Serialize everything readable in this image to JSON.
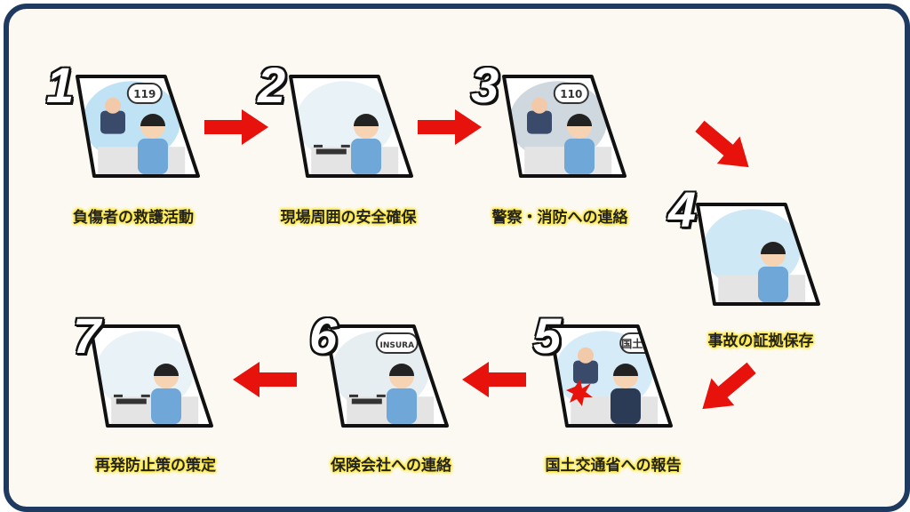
{
  "steps": [
    {
      "number": "1",
      "label": "負傷者の救護活動",
      "bubble": "119"
    },
    {
      "number": "2",
      "label": "現場周囲の安全確保",
      "bubble": ""
    },
    {
      "number": "3",
      "label": "警察・消防への連絡",
      "bubble": "110"
    },
    {
      "number": "4",
      "label": "事故の証拠保存",
      "bubble": ""
    },
    {
      "number": "5",
      "label": "国土交通省への報告",
      "bubble": "国土交"
    },
    {
      "number": "6",
      "label": "保険会社への連絡",
      "bubble": "INSURA"
    },
    {
      "number": "7",
      "label": "再発防止策の策定",
      "bubble": ""
    }
  ],
  "colors": {
    "frame": "#1f3a60",
    "background": "#fcf9f2",
    "arrow": "#e8120c",
    "label_glow": "#ffe93a"
  }
}
